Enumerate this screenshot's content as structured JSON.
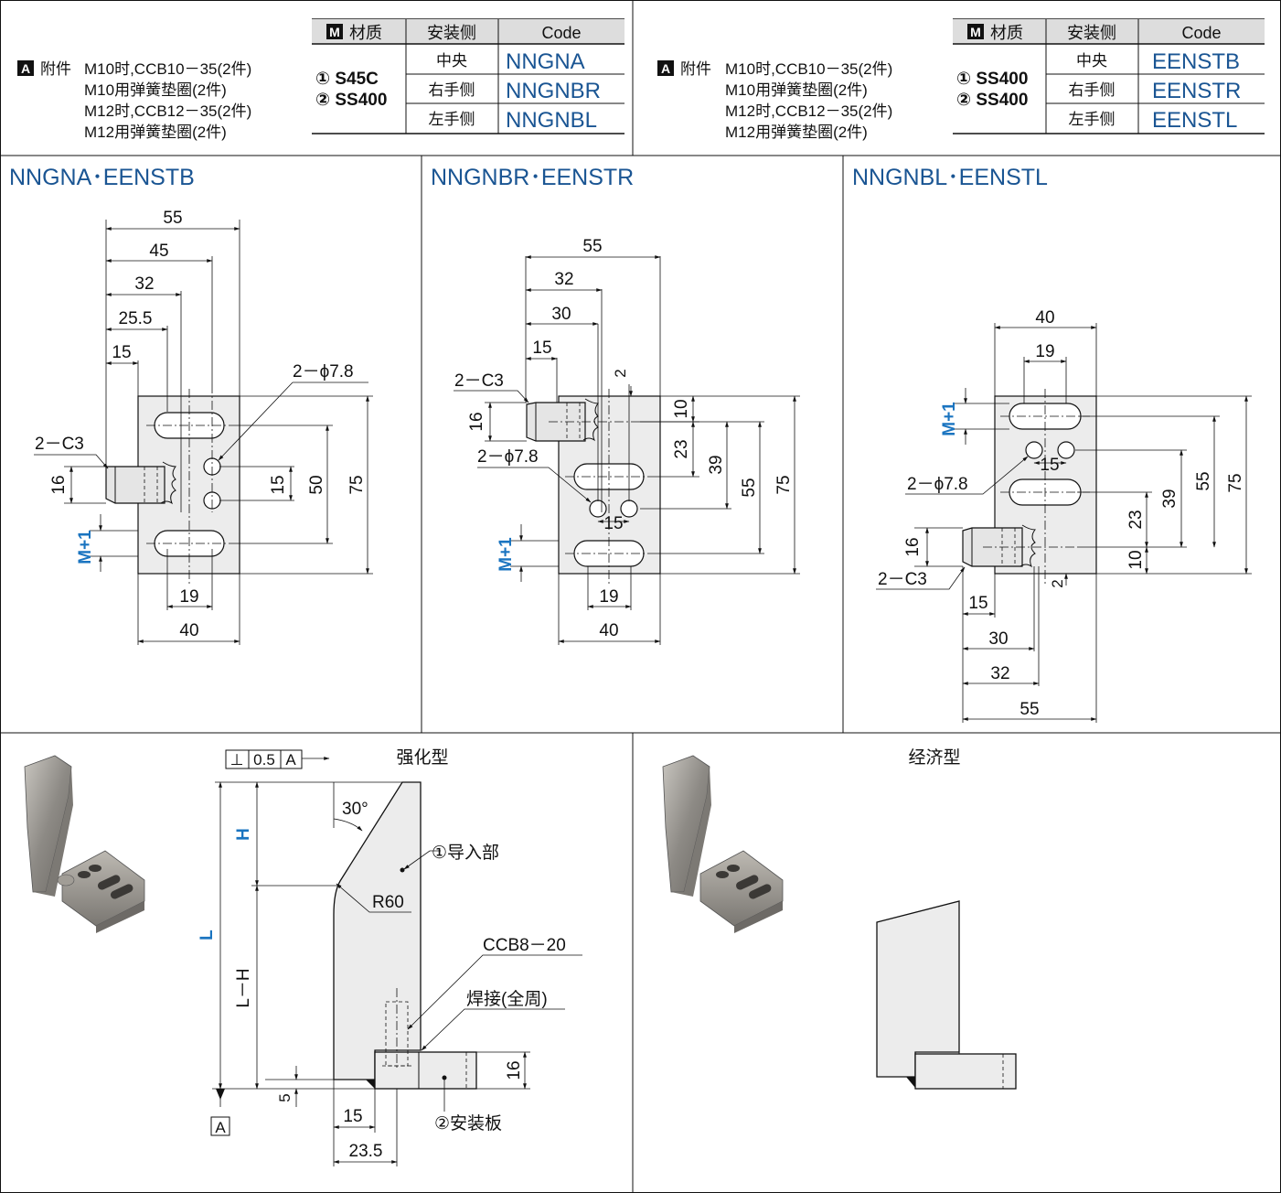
{
  "spec_tables": [
    {
      "accessory_tag": "A",
      "accessory_label": "附件",
      "accessory_lines": [
        "M10时,CCB10－35(2件)",
        "M10用弹簧垫圈(2件)",
        "M12时,CCB12－35(2件)",
        "M12用弹簧垫圈(2件)"
      ],
      "material_tag": "M",
      "header_material": "材质",
      "header_side": "安装侧",
      "header_code": "Code",
      "materials": [
        "① S45C",
        "② SS400"
      ],
      "rows": [
        {
          "side": "中央",
          "code": "NNGNA"
        },
        {
          "side": "右手侧",
          "code": "NNGNBR"
        },
        {
          "side": "左手侧",
          "code": "NNGNBL"
        }
      ]
    },
    {
      "accessory_tag": "A",
      "accessory_label": "附件",
      "accessory_lines": [
        "M10时,CCB10－35(2件)",
        "M10用弹簧垫圈(2件)",
        "M12时,CCB12－35(2件)",
        "M12用弹簧垫圈(2件)"
      ],
      "material_tag": "M",
      "header_material": "材质",
      "header_side": "安装侧",
      "header_code": "Code",
      "materials": [
        "① SS400",
        "② SS400"
      ],
      "rows": [
        {
          "side": "中央",
          "code": "EENSTB"
        },
        {
          "side": "右手侧",
          "code": "EENSTR"
        },
        {
          "side": "左手侧",
          "code": "EENSTL"
        }
      ]
    }
  ],
  "views": [
    {
      "title": "NNGNA･EENSTB",
      "dims": [
        "55",
        "45",
        "32",
        "25.5",
        "15",
        "2－ϕ7.8",
        "2－C3",
        "16",
        "15",
        "50",
        "75",
        "M+1",
        "19",
        "40"
      ]
    },
    {
      "title": "NNGNBR･EENSTR",
      "dims": [
        "55",
        "32",
        "30",
        "15",
        "2",
        "2－C3",
        "16",
        "10",
        "2－ϕ7.8",
        "23",
        "39",
        "55",
        "75",
        "15",
        "M+1",
        "19",
        "40"
      ]
    },
    {
      "title": "NNGNBL･EENSTL",
      "dims": [
        "40",
        "19",
        "M+1",
        "15",
        "2－ϕ7.8",
        "55",
        "75",
        "39",
        "23",
        "16",
        "2－C3",
        "10",
        "2",
        "15",
        "30",
        "32",
        "55"
      ]
    }
  ],
  "section_drawing": {
    "title": "强化型",
    "tolerance": [
      "⊥",
      "0.5",
      "A"
    ],
    "datum": "A",
    "angle": "30°",
    "labels": {
      "H": "H",
      "L": "L",
      "LH": "L－H",
      "guide": "①导入部",
      "radius": "R60",
      "bolt": "CCB8－20",
      "weld": "焊接(全周)",
      "plate": "②安装板",
      "d5": "5",
      "d16": "16",
      "d15": "15",
      "d235": "23.5"
    }
  },
  "economy": {
    "title": "经济型"
  }
}
